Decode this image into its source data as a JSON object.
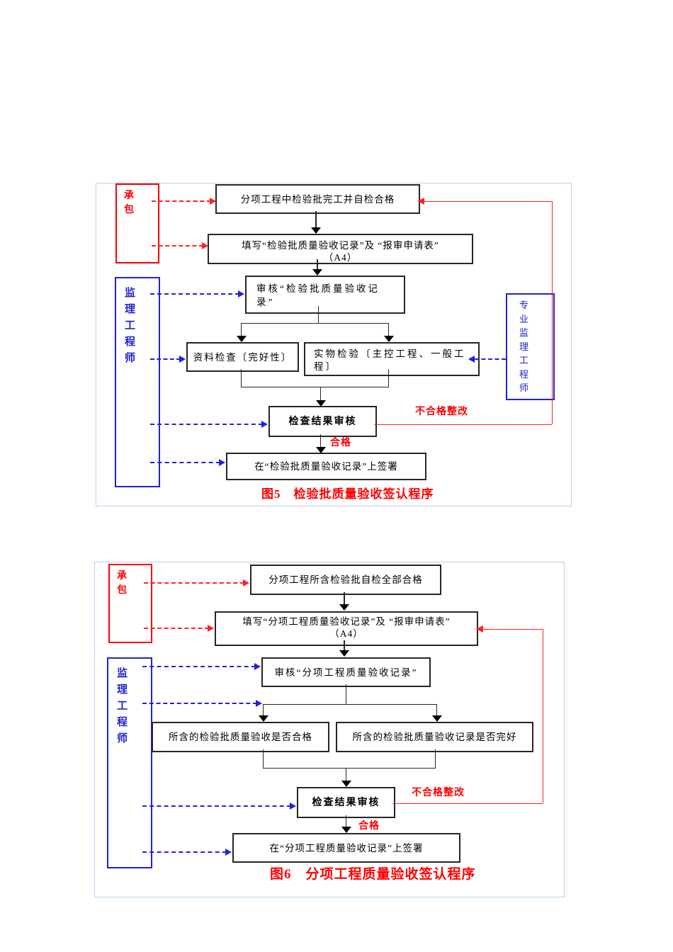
{
  "colors": {
    "accent_red": "#ff0000",
    "accent_blue": "#2222cc",
    "frame_border": "#b9d3ee",
    "flow_line": "#000000"
  },
  "chart5": {
    "lanes": {
      "contractor": "承包",
      "supervisor": "监理工程师",
      "specialist": "专业监理工程师"
    },
    "nodes": {
      "n1": "分项工程中检验批完工并自检合格",
      "n2_line1": "填写“检验批质量验收记录”及 “报审申请表”",
      "n2_line2": "（A4）",
      "n3_line1": "审核“检验批质量验收记",
      "n3_line2": "录”",
      "n4": "资料检查〔完好性〕",
      "n5_line1": "实物检验〔主控工程、一般工",
      "n5_line2": "程〕",
      "n6": "检查结果审核",
      "n7": "在“检验批质量验收记录”上签署"
    },
    "labels": {
      "pass": "合格",
      "fail": "不合格整改"
    },
    "caption": "图5　检验批质量验收签认程序"
  },
  "chart6": {
    "lanes": {
      "contractor": "承包",
      "supervisor": "监理工程师"
    },
    "nodes": {
      "n1": "分项工程所含检验批自检全部合格",
      "n2_line1": "填写“分项工程质量验收记录”及 “报审申请表”",
      "n2_line2": "（A4）",
      "n3": "审核“分项工程质量验收记录”",
      "n4": "所含的检验批质量验收是否合格",
      "n5": "所含的检验批质量验收记录是否完好",
      "n6": "检查结果审核",
      "n7": "在“分项工程质量验收记录”上签署"
    },
    "labels": {
      "pass": "合格",
      "fail": "不合格整改"
    },
    "caption": "图6　分项工程质量验收签认程序"
  }
}
